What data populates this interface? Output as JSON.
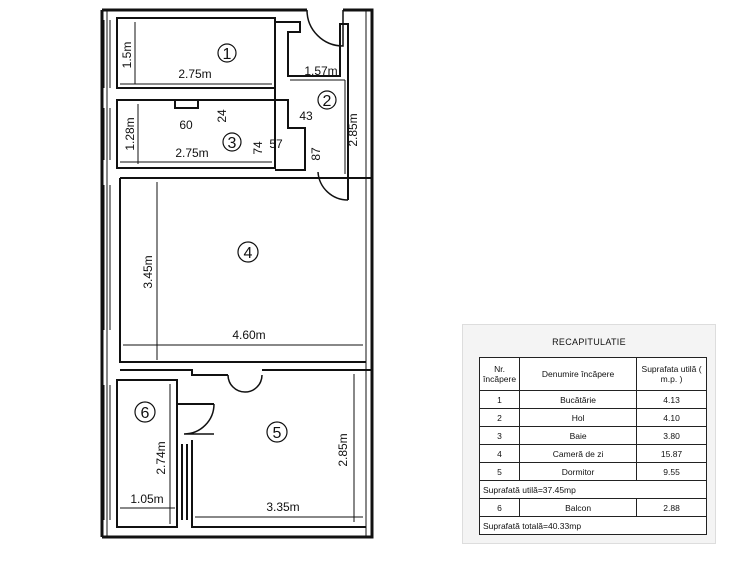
{
  "plan": {
    "rooms": [
      {
        "number": "1"
      },
      {
        "number": "2"
      },
      {
        "number": "3"
      },
      {
        "number": "4"
      },
      {
        "number": "5"
      },
      {
        "number": "6"
      }
    ],
    "dimensions": {
      "r1_height": "1.5m",
      "r1_width": "2.75m",
      "r2_width": "1.57m",
      "r2_height": "2.85m",
      "r2_a": "43",
      "r2_b": "87",
      "r3_height": "1.28m",
      "r3_width": "2.75m",
      "r3_a": "60",
      "r3_b": "24",
      "r3_c": "74",
      "r3_d": "57",
      "r4_height": "3.45m",
      "r4_width": "4.60m",
      "r5_height": "2.85m",
      "r5_width": "3.35m",
      "r6_height": "2.74m",
      "r6_width": "1.05m"
    }
  },
  "recap": {
    "title": "RECAPITULATIE",
    "headers": {
      "nr": "Nr. încăpere",
      "name": "Denumire încăpere",
      "area": "Suprafata utilă ( m.p. )"
    },
    "rows": [
      {
        "nr": "1",
        "name": "Bucătărie",
        "area": "4.13"
      },
      {
        "nr": "2",
        "name": "Hol",
        "area": "4.10"
      },
      {
        "nr": "3",
        "name": "Baie",
        "area": "3.80"
      },
      {
        "nr": "4",
        "name": "Cameră de zi",
        "area": "15.87"
      },
      {
        "nr": "5",
        "name": "Dormitor",
        "area": "9.55"
      }
    ],
    "useful_total": "Suprafată utilă=37.45mp",
    "balcony": {
      "nr": "6",
      "name": "Balcon",
      "area": "2.88"
    },
    "grand_total": "Suprafată totală=40.33mp"
  }
}
